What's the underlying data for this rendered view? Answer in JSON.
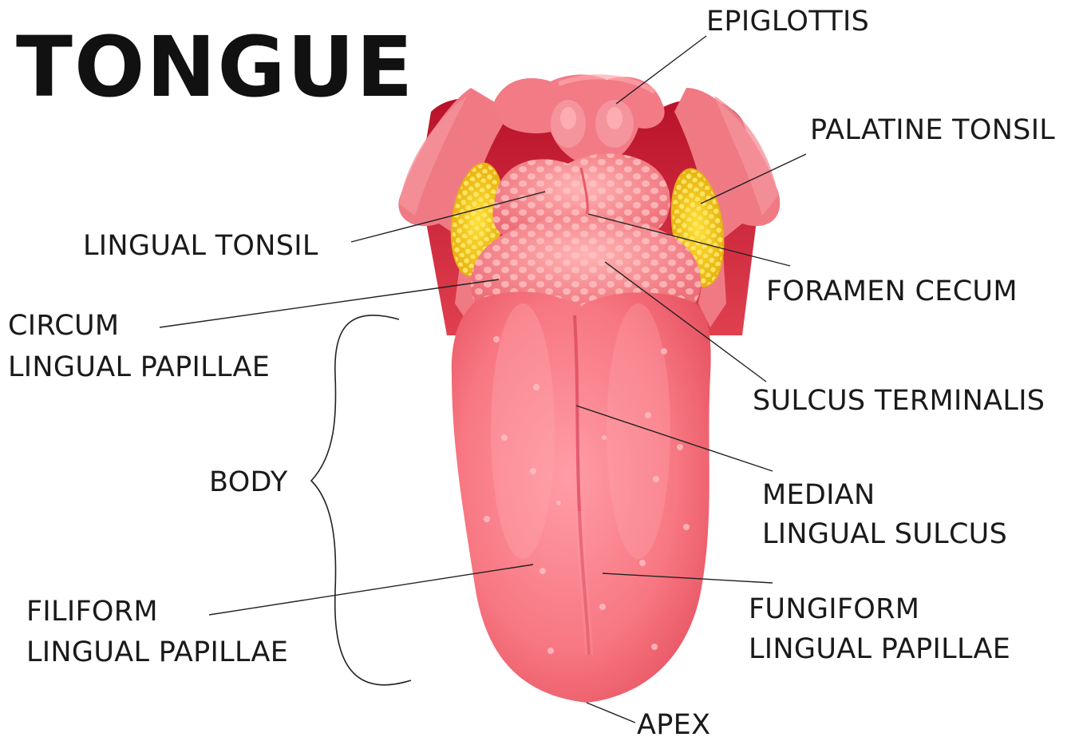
{
  "title": "TONGUE",
  "labels": {
    "epiglottis": "EPIGLOTTIS",
    "palatine_tonsil": "PALATINE TONSIL",
    "lingual_tonsil": "LINGUAL TONSIL",
    "foramen_cecum": "FORAMEN CECUM",
    "circum_line1": "CIRCUM",
    "circum_line2": "LINGUAL PAPILLAE",
    "sulcus_terminalis": "SULCUS TERMINALIS",
    "body": "BODY",
    "median_line1": "MEDIAN",
    "median_line2": "LINGUAL SULCUS",
    "filiform_line1": "FILIFORM",
    "filiform_line2": "LINGUAL PAPILLAE",
    "fungiform_line1": "FUNGIFORM",
    "fungiform_line2": "LINGUAL PAPILLAE",
    "apex": "APEX"
  },
  "colors": {
    "tongue": "#f4707a",
    "tongue_light": "#ff9aa2",
    "tonsil_yellow": "#f2c418",
    "throat_dark": "#c8283a",
    "mucosa": "#f17d86",
    "leader_line": "#222222"
  }
}
